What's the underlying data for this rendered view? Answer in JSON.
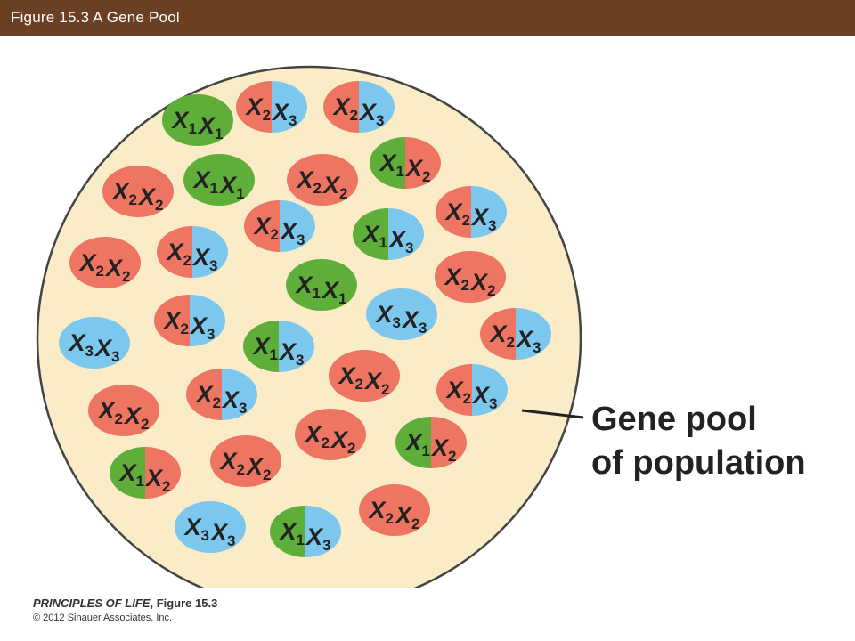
{
  "header": {
    "title": "Figure 15.3  A Gene Pool"
  },
  "colors": {
    "header_bg": "#6b3f22",
    "pool_fill": "#fbecc8",
    "pool_stroke": "#444444",
    "allele_1": "#5fae3a",
    "allele_2": "#ef7563",
    "allele_3": "#7cc7ee",
    "text": "#222222"
  },
  "diagram": {
    "callout_line1": "Gene pool",
    "callout_line2": "of population",
    "allele_symbol": "X",
    "genotypes": [
      {
        "a": 2,
        "b": 3
      },
      {
        "a": 2,
        "b": 3
      },
      {
        "a": 1,
        "b": 1
      },
      {
        "a": 1,
        "b": 2
      },
      {
        "a": 1,
        "b": 1
      },
      {
        "a": 2,
        "b": 2
      },
      {
        "a": 2,
        "b": 2
      },
      {
        "a": 2,
        "b": 3
      },
      {
        "a": 2,
        "b": 3
      },
      {
        "a": 1,
        "b": 3
      },
      {
        "a": 2,
        "b": 2
      },
      {
        "a": 2,
        "b": 3
      },
      {
        "a": 2,
        "b": 2
      },
      {
        "a": 1,
        "b": 1
      },
      {
        "a": 3,
        "b": 3
      },
      {
        "a": 2,
        "b": 3
      },
      {
        "a": 3,
        "b": 3
      },
      {
        "a": 1,
        "b": 3
      },
      {
        "a": 2,
        "b": 3
      },
      {
        "a": 2,
        "b": 2
      },
      {
        "a": 2,
        "b": 3
      },
      {
        "a": 2,
        "b": 3
      },
      {
        "a": 2,
        "b": 2
      },
      {
        "a": 2,
        "b": 2
      },
      {
        "a": 1,
        "b": 2
      },
      {
        "a": 1,
        "b": 2
      },
      {
        "a": 2,
        "b": 2
      },
      {
        "a": 3,
        "b": 3
      },
      {
        "a": 1,
        "b": 3
      },
      {
        "a": 2,
        "b": 2
      }
    ]
  },
  "footer": {
    "book": "PRINCIPLES OF LIFE",
    "figure": ", Figure 15.3",
    "copyright": "© 2012 Sinauer Associates, Inc."
  }
}
